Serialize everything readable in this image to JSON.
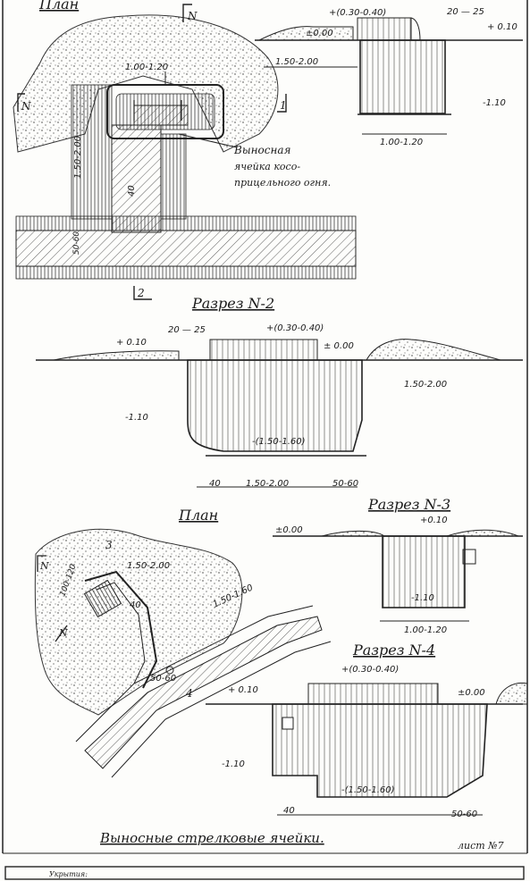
{
  "titles": {
    "plan_top": "План",
    "plan_bottom": "План",
    "section2": "Разрез N-2",
    "section3": "Разрез N-3",
    "section4": "Разрез N-4",
    "caption": "Выносные стрелковые ячейки.",
    "sheet": "лист №7",
    "footer_note": "Укрытия:"
  },
  "callout": {
    "line1": "Выносная",
    "line2": "ячейка косо-",
    "line3": "прицельного огня."
  },
  "markers": {
    "north": "N",
    "cut1": "1",
    "cut2": "2",
    "cut3": "3",
    "cut4": "4"
  },
  "dims_top": {
    "elev_pos": "+(0.30-0.40)",
    "zero": "±0.00",
    "offset": "20 — 25",
    "plus010": "+ 0.10",
    "minus110": "-1.10",
    "w1": "1.50-2.00",
    "w2": "1.00-1.20",
    "p1": "1.00-1.20",
    "p2": "1.50-2.00",
    "p3": "40",
    "p4": "50-60"
  },
  "dims_s2": {
    "plus010": "+ 0.10",
    "offset": "20 — 25",
    "elev_pos": "+(0.30-0.40)",
    "zero": "± 0.00",
    "span": "1.50-2.00",
    "minus110": "-1.10",
    "depth": "-(1.50-1.60)",
    "b40": "40",
    "b_span": "1.50-2.00",
    "b_5060": "50-60"
  },
  "dims_s3": {
    "zero": "±0.00",
    "plus010": "+0.10",
    "minus110": "-1.10",
    "width": "1.00-1.20"
  },
  "dims_s4": {
    "elev_pos": "+(0.30-0.40)",
    "plus010": "+ 0.10",
    "zero": "±0.00",
    "minus110": "-1.10",
    "depth": "-(1.50-1.60)",
    "b40": "40",
    "b_5060": "50-60"
  },
  "dims_plan2": {
    "a": "100-120",
    "b": "1.50-2.00",
    "c": "1.50-1.60",
    "d": "40",
    "e": "50-60"
  }
}
